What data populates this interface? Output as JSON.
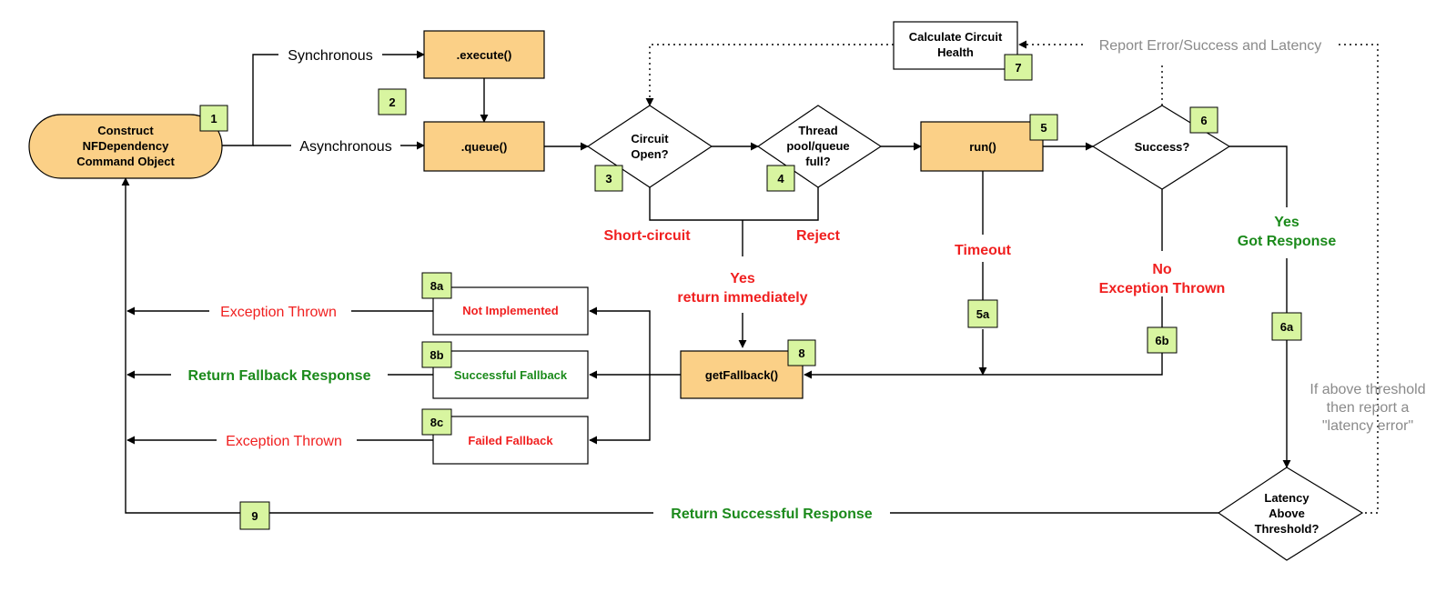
{
  "nodes": {
    "construct": "Construct\nNFDependency\nCommand Object",
    "execute": ".execute()",
    "queue": ".queue()",
    "circuit_open": "Circuit\nOpen?",
    "thread_pool": "Thread\npool/queue\nfull?",
    "run": "run()",
    "success": "Success?",
    "calc_health": "Calculate Circuit\nHealth",
    "get_fallback": "getFallback()",
    "not_implemented": "Not Implemented",
    "successful_fallback": "Successful Fallback",
    "failed_fallback": "Failed Fallback",
    "latency": "Latency\nAbove\nThreshold?"
  },
  "badges": {
    "b1": "1",
    "b2": "2",
    "b3": "3",
    "b4": "4",
    "b5": "5",
    "b5a": "5a",
    "b6": "6",
    "b6a": "6a",
    "b6b": "6b",
    "b7": "7",
    "b8": "8",
    "b8a": "8a",
    "b8b": "8b",
    "b8c": "8c",
    "b9": "9"
  },
  "labels": {
    "synchronous": "Synchronous",
    "asynchronous": "Asynchronous",
    "short_circuit": "Short-circuit",
    "reject": "Reject",
    "yes_return": "Yes\nreturn immediately",
    "timeout": "Timeout",
    "no_exception": "No\nException Thrown",
    "yes_got_response": "Yes\nGot Response",
    "report": "Report Error/Success and Latency",
    "threshold_note": "If above threshold\nthen report a\n\"latency error\"",
    "exception_thrown_1": "Exception Thrown",
    "return_fallback": "Return Fallback Response",
    "exception_thrown_2": "Exception Thrown",
    "return_success": "Return Successful Response"
  },
  "colors": {
    "orange_fill": "#fbd087",
    "badge_fill": "#d8f5a0",
    "red": "#f02020",
    "green": "#1b8a1b",
    "gray": "#8a8a8a"
  }
}
